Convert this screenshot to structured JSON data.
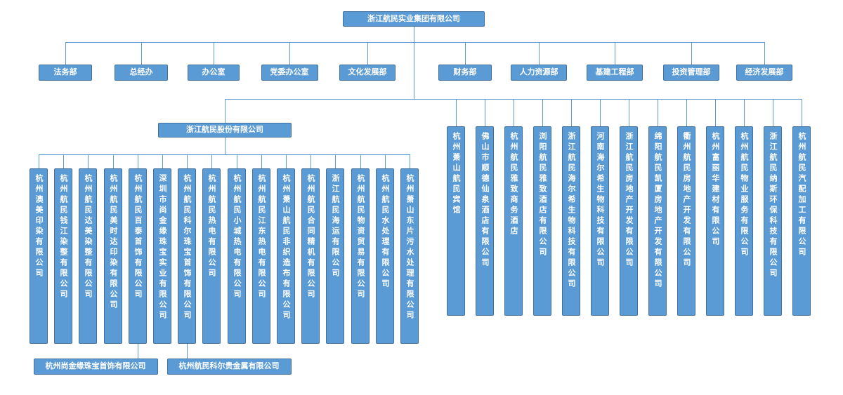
{
  "colors": {
    "box_fill": "#5b9bd5",
    "box_border": "#41719c",
    "connector": "#5b9bd5",
    "box_text": "#ffffff",
    "background": "#ffffff"
  },
  "root": "浙江航民实业集团有限公司",
  "departments": [
    "法务部",
    "总经办",
    "办公室",
    "党委办公室",
    "文化发展部",
    "财务部",
    "人力资源部",
    "基建工程部",
    "投资管理部",
    "经济发展部"
  ],
  "holding": "浙江航民股份有限公司",
  "holding_subsidiaries": [
    "杭州澳美印染有限公司",
    "杭州航民钱江染整有限公司",
    "杭州航民达美染整有限公司",
    "杭州航民美时达印染有限公司",
    "杭州航民百泰首饰有限公司",
    "深圳市尚金缘珠宝实业有限公司",
    "杭州航民科尔珠宝首饰有限公司",
    "杭州航民热电有限公司",
    "杭州航民小城热电有限公司",
    "杭州航民江东热电有限公司",
    "杭州萧山航民非织造布有限公司",
    "杭州航民合同精机有限公司",
    "浙江航民海运有限公司",
    "杭州航民物资贸易有限公司",
    "杭州航民水处理有限公司",
    "杭州萧山东片污水处理有限公司"
  ],
  "group_subsidiaries": [
    "杭州萧山航民宾馆",
    "佛山市顺德仙泉酒店有限公司",
    "杭州航民雅致商务酒店",
    "浏阳航民雅致酒店有限公司",
    "浙江航民海尔希生物科技有限公司",
    "河南海尔希生物科技有限公司",
    "浙江航民房地产开发有限公司",
    "绵阳航民凯厦房地产开发有限公司",
    "衢州航民房地产开发有限公司",
    "杭州富丽华建材有限公司",
    "杭州航民物业服务有限公司",
    "浙江航民纳斯环保科技有限公司",
    "杭州航民汽配加工有限公司"
  ],
  "joint_ventures": [
    "杭州尚金缘珠宝首饰有限公司",
    "杭州航民科尔贵金属有限公司"
  ]
}
